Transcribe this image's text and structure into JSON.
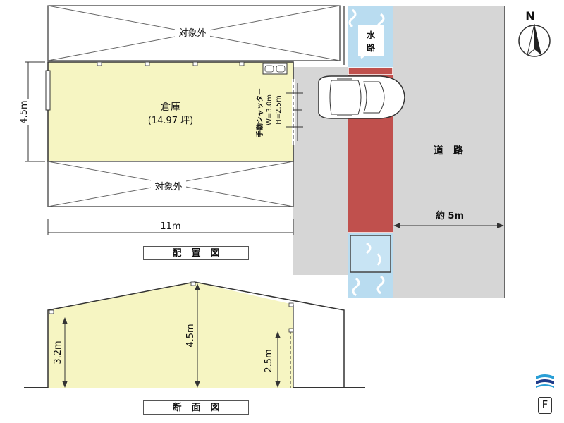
{
  "plan": {
    "outside_top": "対象外",
    "outside_bottom": "対象外",
    "warehouse_name": "倉庫",
    "warehouse_area": "(14.97 坪)",
    "depth_dim": "4.5m",
    "width_dim": "11m",
    "shutter_label": "手動シャッター",
    "shutter_w": "W=3.0m",
    "shutter_h": "H=2.5m",
    "waterway": "水路",
    "road": "道　路",
    "road_width": "約 5m",
    "north_letter": "N",
    "caption": "配置図"
  },
  "section": {
    "eave_height": "3.2m",
    "ridge_height": "4.5m",
    "shutter_height": "2.5m",
    "caption": "断面図"
  },
  "colors": {
    "warehouse_fill": "#f6f5c2",
    "road_gray": "#d6d6d6",
    "water_blue": "#b9dcf0",
    "driveway_red": "#c0504d"
  },
  "brand": {
    "letter": "F"
  }
}
